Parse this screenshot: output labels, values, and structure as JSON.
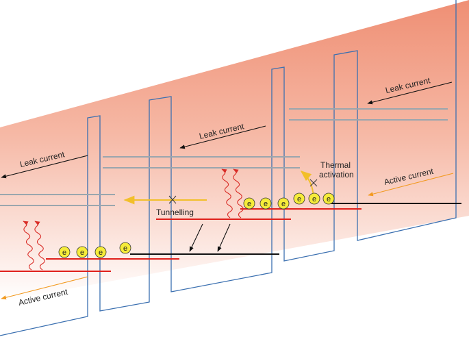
{
  "labels": {
    "leak_current_top": "Leak current",
    "leak_current_mid": "Leak current",
    "leak_current_left": "Leak current",
    "thermal_line1": "Thermal",
    "thermal_line2": "activation",
    "active_current_right": "Active current",
    "tunnelling": "Tunnelling",
    "active_current_left": "Active current"
  },
  "electron_symbol": "e",
  "colors": {
    "gradient_top": "#ef8f74",
    "gradient_bottom": "#ffffff",
    "barrier": "#3a6fb0",
    "gray_level": "#9aa6ae",
    "red_level": "#e0201b",
    "black_level": "#111111",
    "orange_arrow": "#f29a20",
    "yellow_arrow": "#f2bf2a",
    "electron_fill": "#f6ec3a",
    "wavy": "#d92d27"
  },
  "icons": {
    "photon": "wavy-arrow-icon",
    "electron": "electron-circle-icon",
    "blocked": "cross-mark-icon"
  }
}
